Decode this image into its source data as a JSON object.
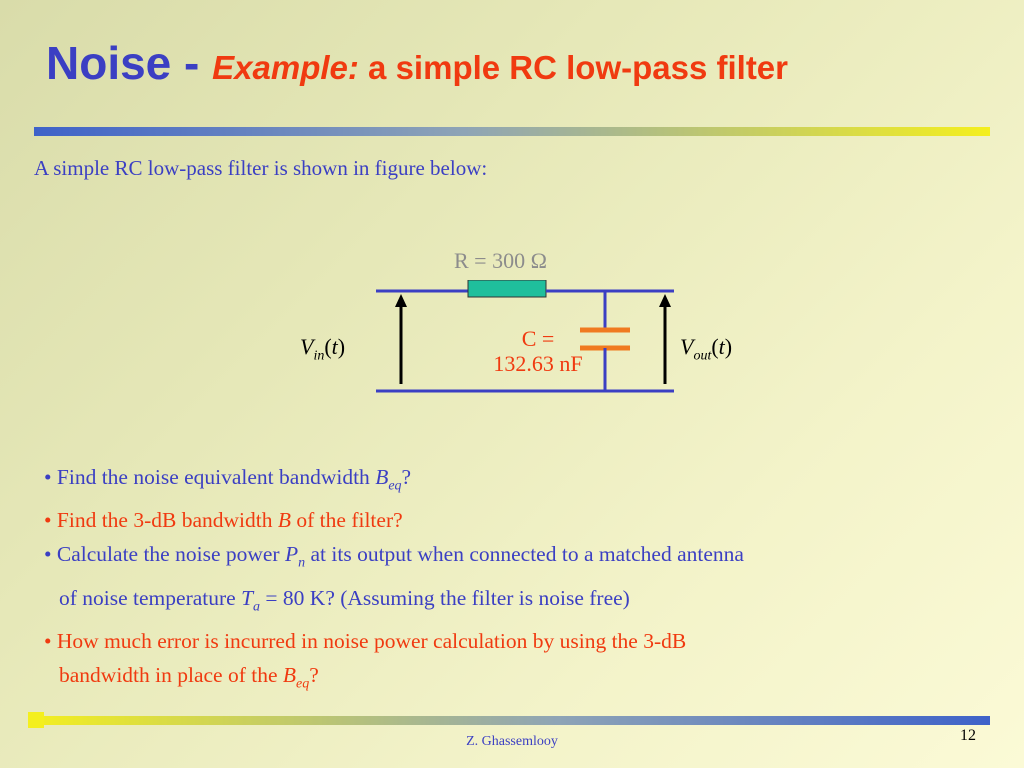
{
  "title": {
    "main": "Noise - ",
    "example": "Example:",
    "rest": " a simple RC low-pass filter"
  },
  "intro": "A simple RC low-pass filter is shown in figure below:",
  "circuit": {
    "resistor_label": "R = 300 Ω",
    "capacitor_label_line1": "C =",
    "capacitor_label_line2": "132.63 nF",
    "vin": {
      "base": "V",
      "sub": "in",
      "open": "(",
      "arg": "t",
      "close": ")"
    },
    "vout": {
      "base": "V",
      "sub": "out",
      "open": "(",
      "arg": "t",
      "close": ")"
    },
    "colors": {
      "wire": "#3b3fc3",
      "resistor_fill": "#1fbf9c",
      "capacitor": "#f07a20",
      "arrow": "#000000"
    }
  },
  "bullets": [
    {
      "color": "blue",
      "bullet": "•",
      "text1": " Find the noise equivalent bandwidth ",
      "var": "B",
      "sub": "eq",
      "text2": "?"
    },
    {
      "color": "red",
      "bullet": "•",
      "text1": " Find the 3-dB bandwidth ",
      "var": "B",
      "text2": " of the filter?"
    },
    {
      "color": "blue",
      "bullet": "•",
      "text1": " Calculate the noise power ",
      "var": "P",
      "sub": "n",
      "text2": " at its output when connected to a matched antenna",
      "line2_text1": "of noise temperature ",
      "line2_var": "T",
      "line2_sub": "a",
      "line2_text2": " = 80 K? (Assuming the filter is noise free)"
    },
    {
      "color": "red",
      "bullet": "•",
      "text1": " How much error is incurred in noise power calculation by using the 3-dB",
      "line2_text1": "bandwidth in place of the ",
      "line2_var": "B",
      "line2_sub": "eq",
      "line2_text2": "?"
    }
  ],
  "footer": {
    "author": "Z. Ghassemlooy",
    "page_number": "12"
  },
  "colors": {
    "title_blue": "#3b3fc3",
    "title_red": "#f03a10",
    "text_blue": "#3b3fc3",
    "text_red": "#f03a10"
  }
}
